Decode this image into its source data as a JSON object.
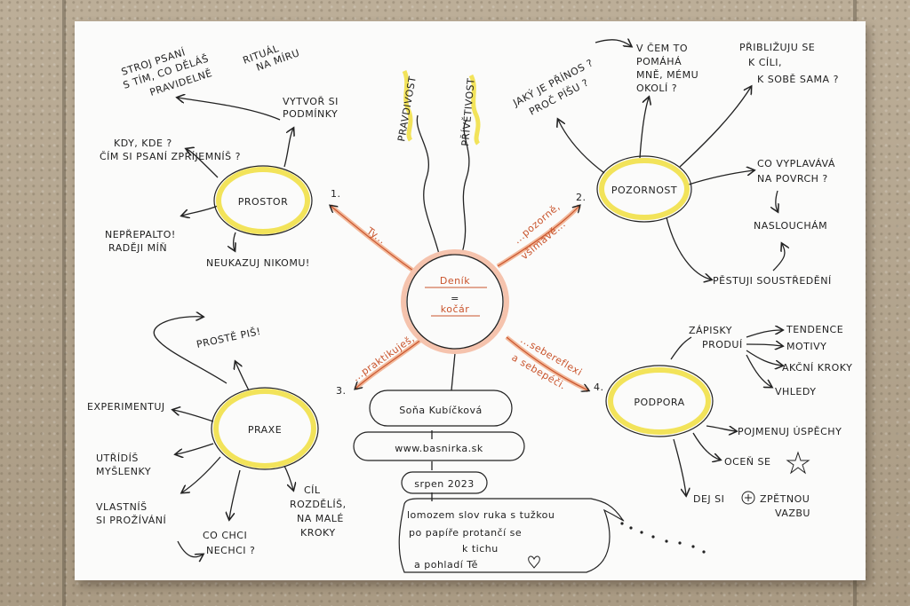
{
  "center": {
    "line1": "Deník",
    "eq": "=",
    "line2": "kočár"
  },
  "hubs": {
    "prostor": "PROSTOR",
    "pozornost": "POZORNOST",
    "praxe": "PRAXE",
    "podpora": "PODPORA"
  },
  "numbers": {
    "n1": "1.",
    "n2": "2.",
    "n3": "3.",
    "n4": "4."
  },
  "branches": {
    "ty": "Ty...",
    "pozorne1": "...pozorně,",
    "pozorne2": "všímavě...",
    "praktikujes": "...praktikuješ,",
    "sebereflexi1": "...sebereflexi",
    "sebereflexi2": "a sebepéči."
  },
  "values": {
    "pravdivost": "PRAVDIVOST",
    "privetivost": "PŘÍVĚTIVOST"
  },
  "prostor": {
    "stroj1": "STROJ PSANÍ",
    "stroj2": "S TÍM, CO DĚLÁŠ",
    "stroj3": "PRAVIDELNĚ",
    "ritual1": "RITUÁL",
    "ritual2": "NA MÍRU",
    "vytvor1": "VYTVOŘ SI",
    "vytvor2": "PODMÍNKY",
    "kdy": "KDY, KDE ?",
    "cim": "ČÍM SI PSANÍ ZPŘÍJEMNÍŠ ?",
    "nepre1": "NEPŘEPALTO!",
    "nepre2": "RADĚJI MÍŇ",
    "neukazuj": "NEUKAZUJ NIKOMU!"
  },
  "pozornost": {
    "jaky1": "JAKÝ JE PŘÍNOS ?",
    "jaky2": "PROČ PÍŠU ?",
    "vcem1": "V ČEM TO",
    "vcem2": "POMÁHÁ",
    "vcem3": "MNĚ, MÉMU",
    "vcem4": "OKOLÍ ?",
    "pribl1": "PŘIBLIŽUJU SE",
    "pribl2": "K CÍLI,",
    "pribl3": "K SOBĚ SAMA ?",
    "vypl1": "CO VYPLAVÁVÁ",
    "vypl2": "NA POVRCH ?",
    "naslouch": "NASLOUCHÁM",
    "pestuji": "PĚSTUJI SOUSTŘEDĚNÍ"
  },
  "praxe": {
    "proste": "PROSTĚ PIŠ!",
    "exper": "EXPERIMENTUJ",
    "utrid1": "UTŘÍDÍŠ",
    "utrid2": "MYŠLENKY",
    "vlas1": "VLASTNÍŠ",
    "vlas2": "SI PROŽÍVÁNÍ",
    "cochci1": "CO CHCI",
    "cochci2": "NECHCI ?",
    "cil1": "CÍL",
    "cil2": "ROZDĚLÍŠ,",
    "cil3": "NA MALÉ",
    "cil4": "KROKY"
  },
  "podpora": {
    "zap1": "ZÁPISKY",
    "zap2": "PRODUÍ",
    "tend": "TENDENCE",
    "motiv": "MOTIVY",
    "akcni": "AKČNÍ KROKY",
    "vhledy": "VHLEDY",
    "pojmenuj": "POJMENUJ ÚSPĚCHY",
    "ocen": "OCEŇ SE",
    "dej1": "DEJ SI",
    "dej2": "ZPĚTNOU",
    "dej3": "VAZBU"
  },
  "author": {
    "name": "Soňa Kubíčková",
    "web": "www.basnirka.sk",
    "date": "srpen 2023",
    "poem1": "lomozem slov ruka s tužkou",
    "poem2": "po papíře protančí se",
    "poem3": "k tichu",
    "poem4": "a pohladí Tě"
  }
}
